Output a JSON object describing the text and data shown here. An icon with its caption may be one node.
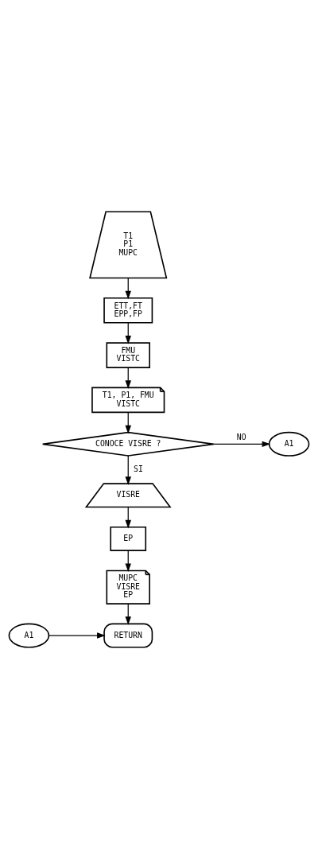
{
  "diagram": {
    "nodes": [
      {
        "text": [
          "T1",
          "P1",
          "MUPC"
        ]
      },
      {
        "text": [
          "ETT,FT",
          "EPP,FP"
        ]
      },
      {
        "text": [
          "FMU",
          "VISTC"
        ]
      },
      {
        "text": [
          "T1, P1, FMU",
          "VISTC"
        ]
      },
      {
        "text": [
          "CONOCE VISRE ?"
        ]
      },
      {
        "text": [
          "A1"
        ]
      },
      {
        "text": [
          "VISRE"
        ]
      },
      {
        "text": [
          "EP"
        ]
      },
      {
        "text": [
          "MUPC",
          "VISRE",
          "EP"
        ]
      },
      {
        "text": [
          "A1"
        ]
      },
      {
        "text": [
          "RETURN"
        ]
      }
    ],
    "edges": [
      {
        "from": 0,
        "to": 1,
        "arrow": "to"
      },
      {
        "from": 1,
        "to": 2,
        "arrow": "to"
      },
      {
        "from": 2,
        "to": 3,
        "arrow": "to"
      },
      {
        "from": 3,
        "to": 4,
        "arrow": "to"
      },
      {
        "from": 4,
        "to": 5,
        "arrow": "to",
        "label": "NO"
      },
      {
        "from": 4,
        "to": 6,
        "arrow": "to",
        "label": "SI"
      },
      {
        "from": 6,
        "to": 7,
        "arrow": "to"
      },
      {
        "from": 7,
        "to": 8,
        "arrow": "to"
      },
      {
        "from": 8,
        "to": 10,
        "arrow": "to"
      },
      {
        "from": 9,
        "to": 10,
        "arrow": "to"
      }
    ]
  }
}
